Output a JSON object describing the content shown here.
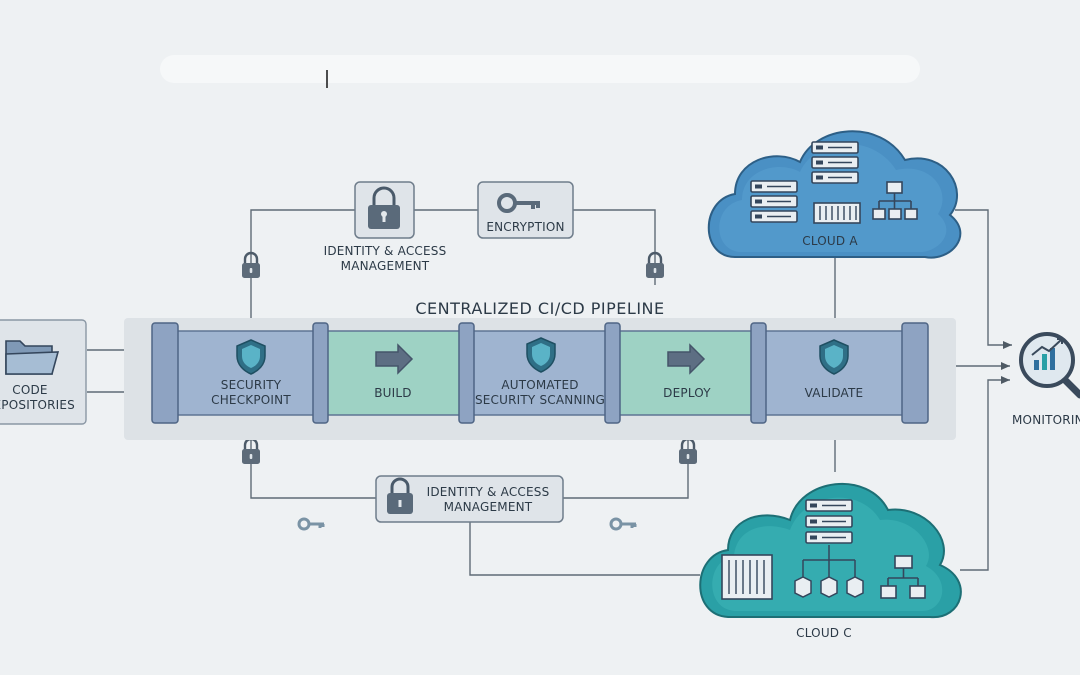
{
  "pipeline": {
    "title": "CENTRALIZED CI/CD PIPELINE",
    "stages": [
      {
        "label_lines": [
          "SECURITY",
          "CHECKPOINT"
        ],
        "icon": "shield-icon"
      },
      {
        "label_lines": [
          "BUILD"
        ],
        "icon": "arrow-right-icon"
      },
      {
        "label_lines": [
          "AUTOMATED",
          "SECURITY SCANNING"
        ],
        "icon": "shield-icon"
      },
      {
        "label_lines": [
          "DEPLOY"
        ],
        "icon": "arrow-right-icon"
      },
      {
        "label_lines": [
          "VALIDATE"
        ],
        "icon": "shield-icon"
      }
    ]
  },
  "source": {
    "label_lines": [
      "CODE",
      "REPOSITORIES"
    ],
    "icon": "folder-icon"
  },
  "top_controls": {
    "identity": {
      "label_lines": [
        "IDENTITY & ACCESS",
        "MANAGEMENT"
      ],
      "icon": "padlock-icon"
    },
    "encryption": {
      "label": "ENCRYPTION",
      "icon": "key-icon"
    }
  },
  "bottom_controls": {
    "identity": {
      "label_lines": [
        "IDENTITY & ACCESS",
        "MANAGEMENT"
      ],
      "icon": "padlock-icon"
    }
  },
  "clouds": {
    "a": {
      "label": "CLOUD A",
      "color": "#4a90c4"
    },
    "c": {
      "label": "CLOUD C",
      "color": "#2aa0a6"
    }
  },
  "monitoring": {
    "label": "MONITORING",
    "icon": "magnifier-chart-icon"
  },
  "colors": {
    "stage_blue": "#9fb4d0",
    "stage_green": "#9ed2c4",
    "stage_border": "#5e7494",
    "connector": "#5f6b76",
    "icon_dark": "#34465c"
  }
}
